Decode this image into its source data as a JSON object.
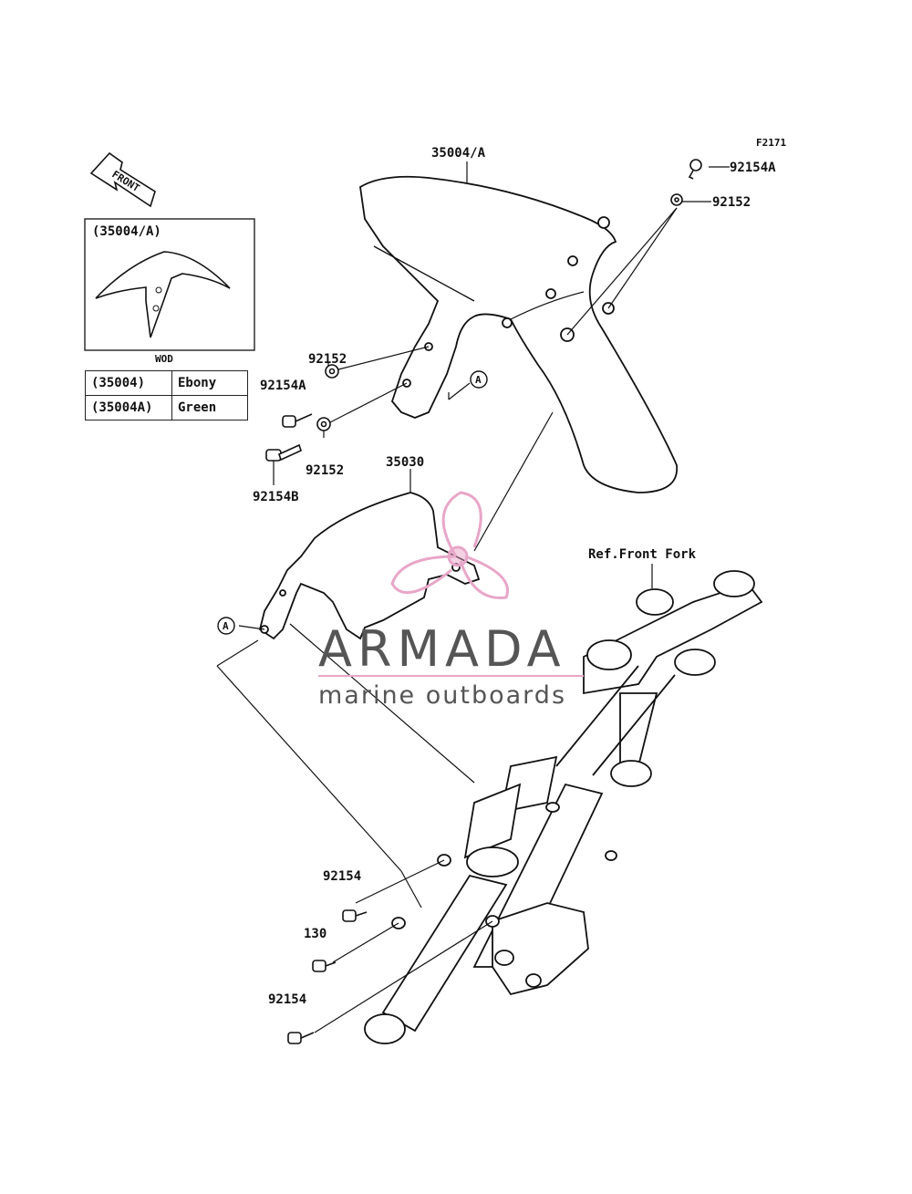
{
  "figure_code": "F2171",
  "front_arrow_label": "FRONT",
  "inset": {
    "title": "(35004/A)",
    "caption": "WOD"
  },
  "color_table": [
    {
      "code": "(35004)",
      "color": "Ebony"
    },
    {
      "code": "(35004A)",
      "color": "Green"
    }
  ],
  "callouts": {
    "fender": "35004/A",
    "bolt_top_right": "92154A",
    "washer_top_right": "92152",
    "washer_left_upper": "92152",
    "bolt_left": "92154A",
    "washer_left_lower": "92152",
    "bolt_left_long": "92154B",
    "bracket": "35030",
    "ref_fork": "Ref.Front Fork",
    "bolt_bottom_1": "92154",
    "bolt_bottom_mid": "130",
    "bolt_bottom_2": "92154",
    "marker_a": "A"
  },
  "watermark": {
    "brand": "ARMADA",
    "tagline": "marine outboards",
    "color_primary": "#555555",
    "color_accent": "#e8a6c8"
  }
}
